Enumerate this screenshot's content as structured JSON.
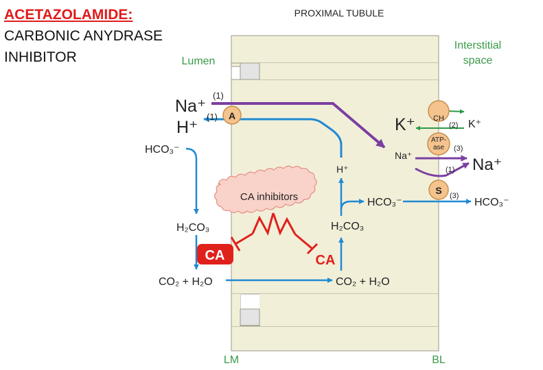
{
  "heading": {
    "drug": "ACETAZOLAMIDE:",
    "line1": "CARBONIC ANYDRASE",
    "line2": "INHIBITOR"
  },
  "diagram": {
    "title": "PROXIMAL TUBULE",
    "lumen": "Lumen",
    "interstitial_line1": "Interstitial",
    "interstitial_line2": "space",
    "lm": "LM",
    "bl": "BL",
    "na_lumen": "Na⁺",
    "h_lumen": "H⁺",
    "hco3_lumen": "HCO₃⁻",
    "h2co3_lumen": "H₂CO₃",
    "co2_h2o_lumen": "CO₂ + H₂O",
    "ca_lumen": "CA",
    "ca_cell": "CA",
    "ca_inhibitors": "CA inhibitors",
    "h_cell": "H⁺",
    "h2co3_cell": "H₂CO₃",
    "hco3_cell": "HCO₃⁻",
    "co2_h2o_cell": "CO₂ + H₂O",
    "na_cell": "Na⁺",
    "na_interstitial": "Na⁺",
    "k_cell": "K⁺",
    "k_interstitial": "K⁺",
    "hco3_interstitial": "HCO₃⁻",
    "transporter_a": "A",
    "transporter_ch": "CH",
    "transporter_atpase_1": "ATP-",
    "transporter_atpase_2": "ase",
    "transporter_s": "S",
    "note_1a": "(1)",
    "note_1b": "(1)",
    "note_1c": "(1)",
    "note_2": "(2)",
    "note_3a": "(3)",
    "note_3b": "(3)"
  },
  "colors": {
    "cell": "#f2efd9",
    "cell_border": "#9a9a86",
    "arrow_blue": "#1f8ad2",
    "arrow_purple": "#7b3fa0",
    "arrow_green": "#2e9a46",
    "inhibit_red": "#e0201b",
    "transporter_fill": "#f4c38e",
    "cloud_fill": "#f9d3c9",
    "cloud_stroke": "#e38f83"
  }
}
